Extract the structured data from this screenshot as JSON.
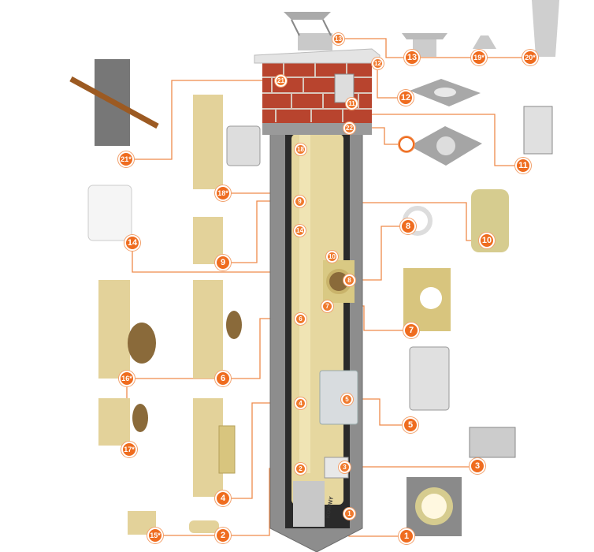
{
  "title": "Chimney system components",
  "colors": {
    "accent": "#ef6c1f",
    "ceramic": "#e3d29a",
    "brick": "#b8442e",
    "block": "#8a8a8a"
  },
  "chimney_labels": [
    "13",
    "12",
    "21",
    "11",
    "22",
    "18",
    "9",
    "14",
    "10",
    "8",
    "7",
    "6",
    "5",
    "4",
    "3",
    "2",
    "1"
  ],
  "part_labels": [
    "13",
    "19*",
    "20*",
    "12",
    "11",
    "21*",
    "18*",
    "9",
    "14",
    "10",
    "8",
    "7",
    "6",
    "16*",
    "17*",
    "5",
    "4",
    "3",
    "1",
    "2",
    "15*"
  ],
  "chimney_brand": "KOMINY"
}
